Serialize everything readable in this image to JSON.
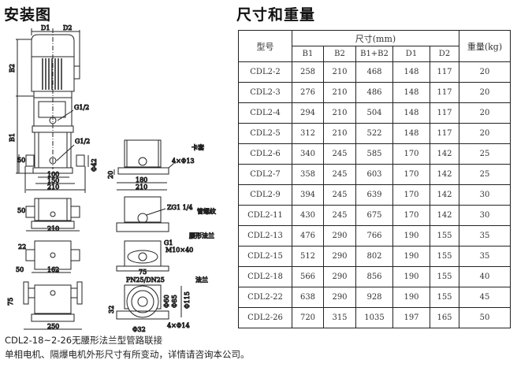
{
  "left_title": "安装图",
  "right_title": "尺寸和重量",
  "drawing": {
    "d1": "D1",
    "d2": "D2",
    "b1": "B1",
    "b2": "B2",
    "g_half_1": "G1/2",
    "g_half_2": "G1/2",
    "dim_50a": "50",
    "dim_100": "100",
    "dim_150": "150",
    "dim_210a": "210",
    "dim_phi42": "Φ42",
    "dim_20": "20",
    "dim_180": "180",
    "dim_210b": "210",
    "holes_4x13": "4×Φ13",
    "label_clamp": "卡套",
    "dim_50b": "50",
    "dim_210c": "210",
    "zg": "ZG1 1/4",
    "label_thread": "管螺纹",
    "dim_22": "22",
    "dim_50c": "50",
    "dim_162": "162",
    "g1": "G1",
    "m10": "M10×40",
    "label_oval": "腰形法兰",
    "dim_75a": "75",
    "pn": "PN25/DN25",
    "label_flange": "法兰",
    "dim_75b": "75",
    "dim_250": "250",
    "dim_32": "32",
    "phi60": "Φ60",
    "phi85": "Φ85",
    "phi115": "Φ115",
    "holes_4x14": "4×Φ14",
    "phi32": "Φ32"
  },
  "table": {
    "model_header": "型号",
    "size_header": "尺寸(mm)",
    "weight_header": "重量(kg)",
    "columns": [
      "B1",
      "B2",
      "B1+B2",
      "D1",
      "D2"
    ],
    "rows": [
      [
        "CDL2-2",
        "258",
        "210",
        "468",
        "148",
        "117",
        "20"
      ],
      [
        "CDL2-3",
        "276",
        "210",
        "486",
        "148",
        "117",
        "20"
      ],
      [
        "CDL2-4",
        "294",
        "210",
        "504",
        "148",
        "117",
        "20"
      ],
      [
        "CDL2-5",
        "312",
        "210",
        "522",
        "148",
        "117",
        "20"
      ],
      [
        "CDL2-6",
        "340",
        "245",
        "585",
        "170",
        "142",
        "25"
      ],
      [
        "CDL2-7",
        "358",
        "245",
        "603",
        "170",
        "142",
        "25"
      ],
      [
        "CDL2-9",
        "394",
        "245",
        "639",
        "170",
        "142",
        "30"
      ],
      [
        "CDL2-11",
        "430",
        "245",
        "675",
        "170",
        "142",
        "30"
      ],
      [
        "CDL2-13",
        "476",
        "290",
        "766",
        "190",
        "155",
        "35"
      ],
      [
        "CDL2-15",
        "512",
        "290",
        "802",
        "190",
        "155",
        "35"
      ],
      [
        "CDL2-18",
        "566",
        "290",
        "856",
        "190",
        "155",
        "40"
      ],
      [
        "CDL2-22",
        "638",
        "290",
        "928",
        "190",
        "155",
        "45"
      ],
      [
        "CDL2-26",
        "720",
        "315",
        "1035",
        "197",
        "165",
        "50"
      ]
    ]
  },
  "footer": {
    "line1": "CDL2-18~2-26无腰形法兰型管路联接",
    "line2": "单相电机、隔爆电机外形尺寸有所变动，详情请咨询本公司。"
  }
}
